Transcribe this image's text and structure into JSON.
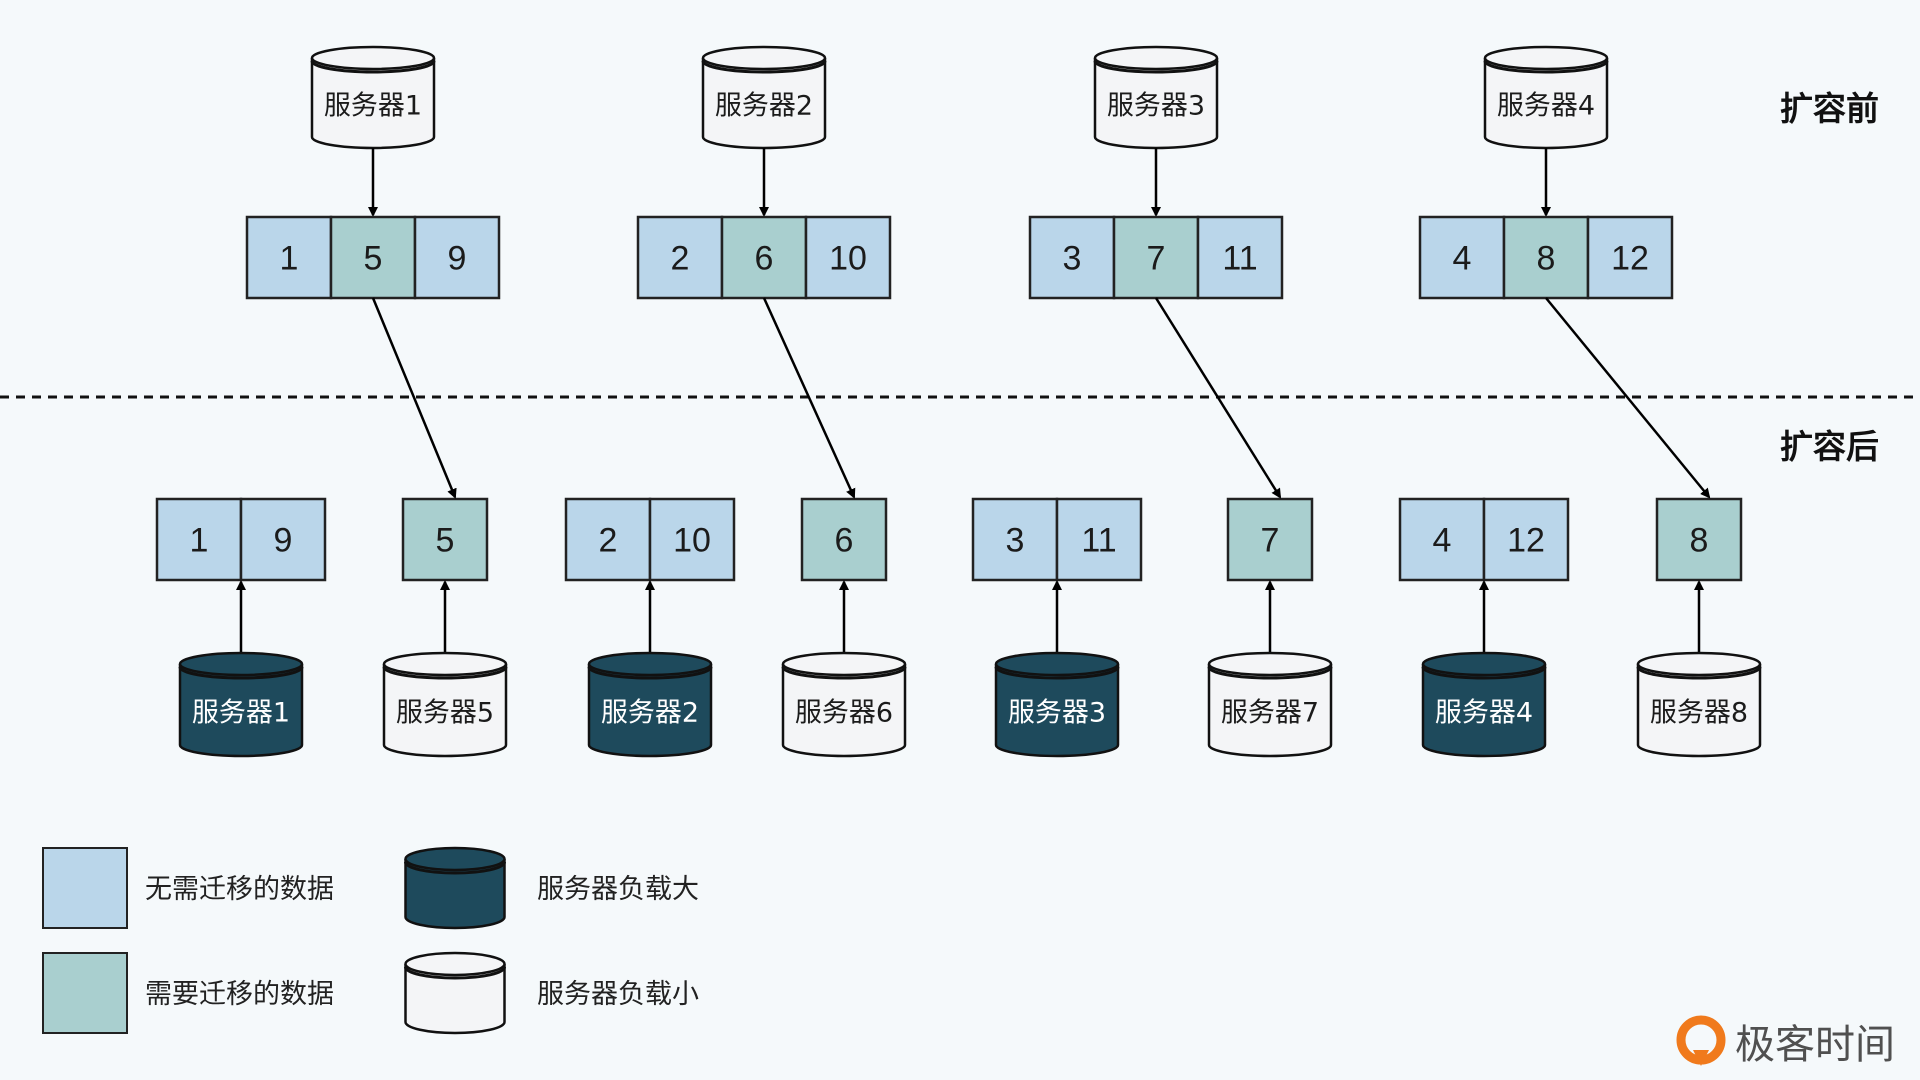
{
  "colors": {
    "no_migrate": "#bad6ea",
    "migrate": "#a9cfcf",
    "server_heavy": "#1e4a5c",
    "server_light": "#f4f5f7",
    "logo_orange": "#f07a1c"
  },
  "phases": {
    "before": "扩容前",
    "after": "扩容后"
  },
  "before": [
    {
      "server": "服务器1",
      "cells": [
        {
          "v": "1",
          "migrate": false
        },
        {
          "v": "5",
          "migrate": true
        },
        {
          "v": "9",
          "migrate": false
        }
      ]
    },
    {
      "server": "服务器2",
      "cells": [
        {
          "v": "2",
          "migrate": false
        },
        {
          "v": "6",
          "migrate": true
        },
        {
          "v": "10",
          "migrate": false
        }
      ]
    },
    {
      "server": "服务器3",
      "cells": [
        {
          "v": "3",
          "migrate": false
        },
        {
          "v": "7",
          "migrate": true
        },
        {
          "v": "11",
          "migrate": false
        }
      ]
    },
    {
      "server": "服务器4",
      "cells": [
        {
          "v": "4",
          "migrate": false
        },
        {
          "v": "8",
          "migrate": true
        },
        {
          "v": "12",
          "migrate": false
        }
      ]
    }
  ],
  "after": [
    {
      "server": "服务器1",
      "load": "heavy",
      "cells": [
        {
          "v": "1",
          "migrate": false
        },
        {
          "v": "9",
          "migrate": false
        }
      ]
    },
    {
      "server": "服务器5",
      "load": "light",
      "cells": [
        {
          "v": "5",
          "migrate": true
        }
      ]
    },
    {
      "server": "服务器2",
      "load": "heavy",
      "cells": [
        {
          "v": "2",
          "migrate": false
        },
        {
          "v": "10",
          "migrate": false
        }
      ]
    },
    {
      "server": "服务器6",
      "load": "light",
      "cells": [
        {
          "v": "6",
          "migrate": true
        }
      ]
    },
    {
      "server": "服务器3",
      "load": "heavy",
      "cells": [
        {
          "v": "3",
          "migrate": false
        },
        {
          "v": "11",
          "migrate": false
        }
      ]
    },
    {
      "server": "服务器7",
      "load": "light",
      "cells": [
        {
          "v": "7",
          "migrate": true
        }
      ]
    },
    {
      "server": "服务器4",
      "load": "heavy",
      "cells": [
        {
          "v": "4",
          "migrate": false
        },
        {
          "v": "12",
          "migrate": false
        }
      ]
    },
    {
      "server": "服务器8",
      "load": "light",
      "cells": [
        {
          "v": "8",
          "migrate": true
        }
      ]
    }
  ],
  "legend": {
    "no_migrate": "无需迁移的数据",
    "migrate": "需要迁移的数据",
    "heavy": "服务器负载大",
    "light": "服务器负载小"
  },
  "logo": {
    "text": "极客时间"
  }
}
